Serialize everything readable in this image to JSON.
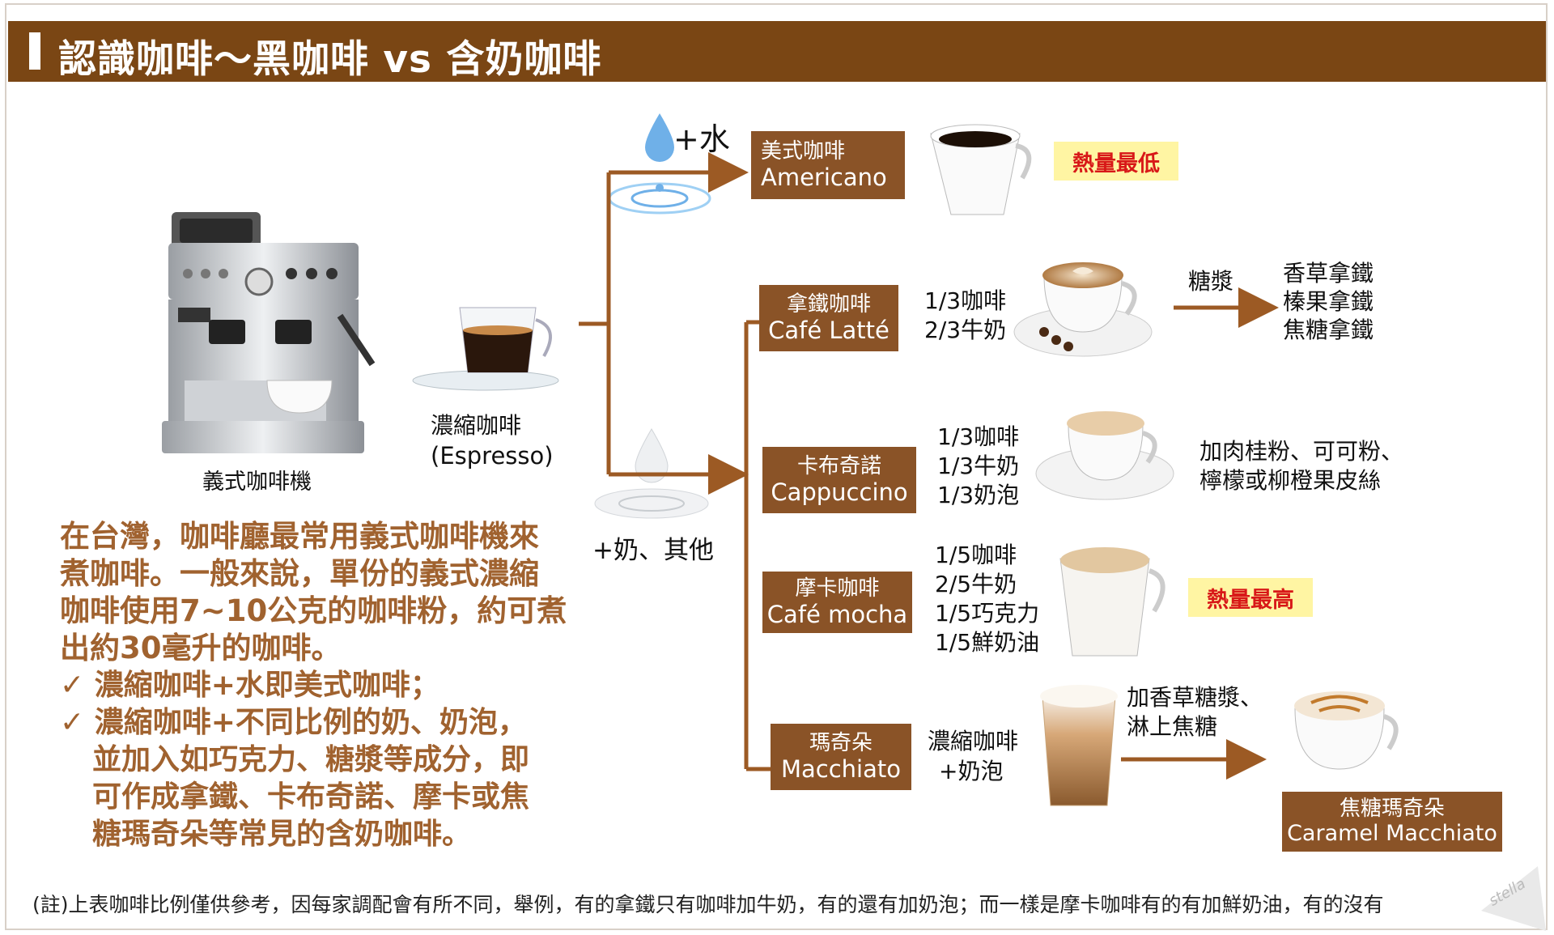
{
  "title": "認識咖啡～黑咖啡 vs 含奶咖啡",
  "machine_label": "義式咖啡機",
  "espresso_label": [
    "濃縮咖啡",
    "(Espresso)"
  ],
  "water_label": "+水",
  "milk_label": "+奶、其他",
  "drinks": {
    "americano": {
      "zh": "美式咖啡",
      "en": "Americano",
      "badge": "熱量最低"
    },
    "latte": {
      "zh": "拿鐵咖啡",
      "en": "Café Latté",
      "ratio": [
        "1/3咖啡",
        "2/3牛奶"
      ],
      "syrup": "糖漿",
      "variants": [
        "香草拿鐵",
        "榛果拿鐵",
        "焦糖拿鐵"
      ]
    },
    "cappuccino": {
      "zh": "卡布奇諾",
      "en": "Cappuccino",
      "ratio": [
        "1/3咖啡",
        "1/3牛奶",
        "1/3奶泡"
      ],
      "extras": [
        "加肉桂粉、可可粉、",
        "檸檬或柳橙果皮絲"
      ]
    },
    "mocha": {
      "zh": "摩卡咖啡",
      "en": "Café mocha",
      "ratio": [
        "1/5咖啡",
        "2/5牛奶",
        "1/5巧克力",
        "1/5鮮奶油"
      ],
      "badge": "熱量最高"
    },
    "macchiato": {
      "zh": "瑪奇朵",
      "en": "Macchiato",
      "ratio": [
        "濃縮咖啡",
        "+奶泡"
      ],
      "extras": [
        "加香草糖漿、",
        "淋上焦糖"
      ]
    },
    "caramel_macchiato": {
      "zh": "焦糖瑪奇朵",
      "en": "Caramel Macchiato"
    }
  },
  "paragraph": [
    "在台灣，咖啡廳最常用義式咖啡機來",
    "煮咖啡。一般來說，單份的義式濃縮",
    "咖啡使用7~10公克的咖啡粉，約可煮",
    "出約30毫升的咖啡。"
  ],
  "checks": [
    {
      "mark": "✓",
      "lines": [
        "濃縮咖啡+水即美式咖啡；"
      ]
    },
    {
      "mark": "✓",
      "lines": [
        "濃縮咖啡+不同比例的奶、奶泡，",
        "並加入如巧克力、糖漿等成分，即",
        "可作成拿鐵、卡布奇諾、摩卡或焦",
        "糖瑪奇朵等常見的含奶咖啡。"
      ]
    }
  ],
  "footnote": "(註)上表咖啡比例僅供參考，因每家調配會有所不同，舉例，有的拿鐵只有咖啡加牛奶，有的還有加奶泡；而一樣是摩卡咖啡有的有加鮮奶油，有的沒有",
  "watermark": "stella",
  "colors": {
    "header": "#7a4614",
    "box": "#8a5327",
    "text_brown": "#a0622f",
    "badge_bg": "#fff5a3",
    "badge_text": "#d81818"
  }
}
